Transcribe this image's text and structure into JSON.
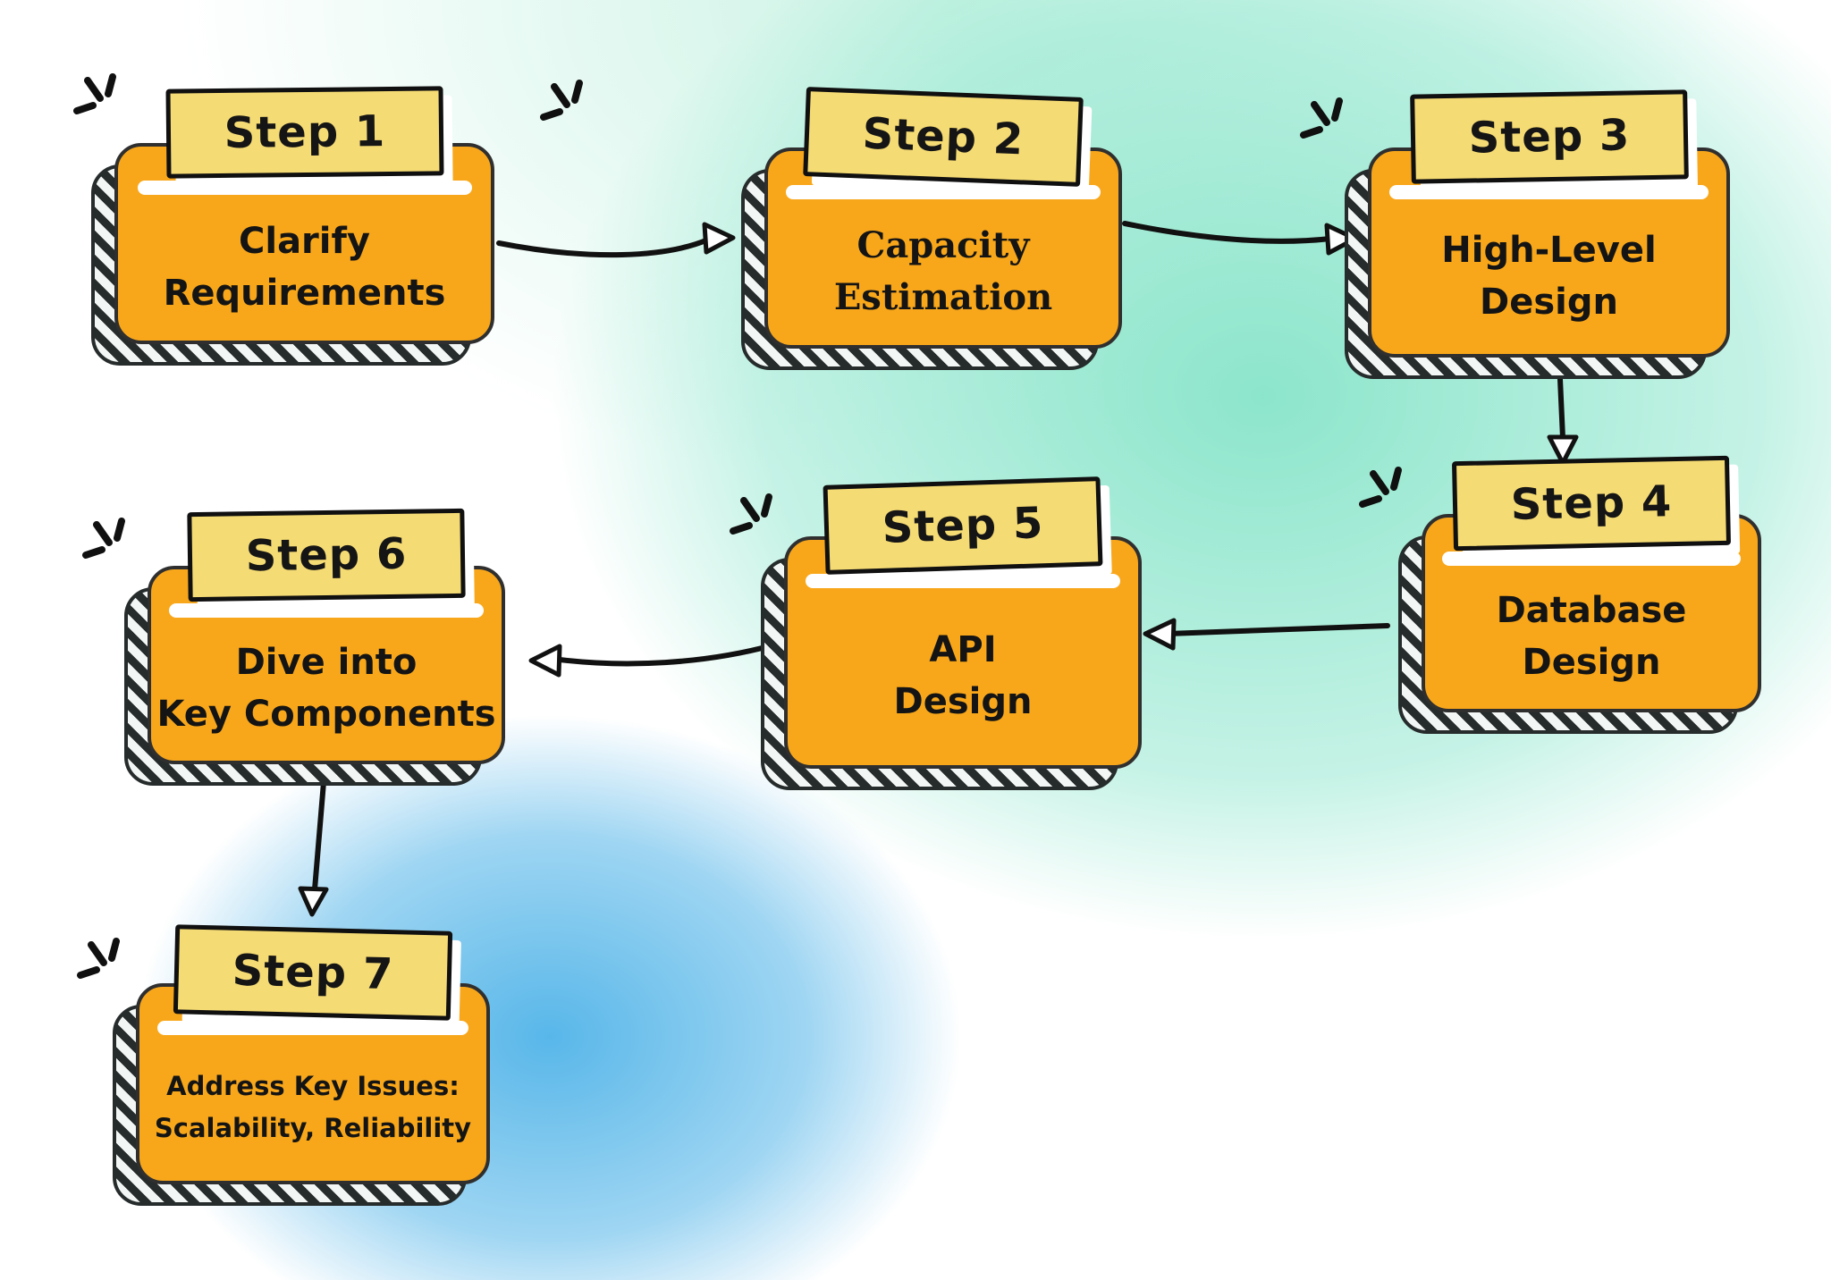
{
  "diagram": {
    "type": "flowchart",
    "steps": [
      {
        "id": "step-1",
        "label": "Step 1",
        "lines": [
          "Clarify",
          "Requirements"
        ]
      },
      {
        "id": "step-2",
        "label": "Step 2",
        "lines": [
          "Capacity",
          "Estimation"
        ]
      },
      {
        "id": "step-3",
        "label": "Step 3",
        "lines": [
          "High-Level",
          "Design"
        ]
      },
      {
        "id": "step-4",
        "label": "Step 4",
        "lines": [
          "Database",
          "Design"
        ]
      },
      {
        "id": "step-5",
        "label": "Step 5",
        "lines": [
          "API",
          "Design"
        ]
      },
      {
        "id": "step-6",
        "label": "Step 6",
        "lines": [
          "Dive into",
          "Key Components"
        ]
      },
      {
        "id": "step-7",
        "label": "Step 7",
        "lines": [
          "Address Key Issues:",
          "Scalability, Reliability"
        ]
      }
    ],
    "flow": [
      {
        "from": "Step 1",
        "to": "Step 2"
      },
      {
        "from": "Step 2",
        "to": "Step 3"
      },
      {
        "from": "Step 3",
        "to": "Step 4"
      },
      {
        "from": "Step 4",
        "to": "Step 5"
      },
      {
        "from": "Step 5",
        "to": "Step 6"
      },
      {
        "from": "Step 6",
        "to": "Step 7"
      }
    ],
    "icons": {
      "sparkle": "three radiating emphasis strokes"
    },
    "colors": {
      "card_fill": "#F8A71B",
      "banner_fill": "#F5DB74",
      "outline": "#111111",
      "hatch_dark": "#262B2B",
      "background_teal": "#8FE5CC",
      "background_mint": "#CDF0E2",
      "background_blue": "#4FB3E8",
      "background_base": "#FFFFFF"
    }
  }
}
